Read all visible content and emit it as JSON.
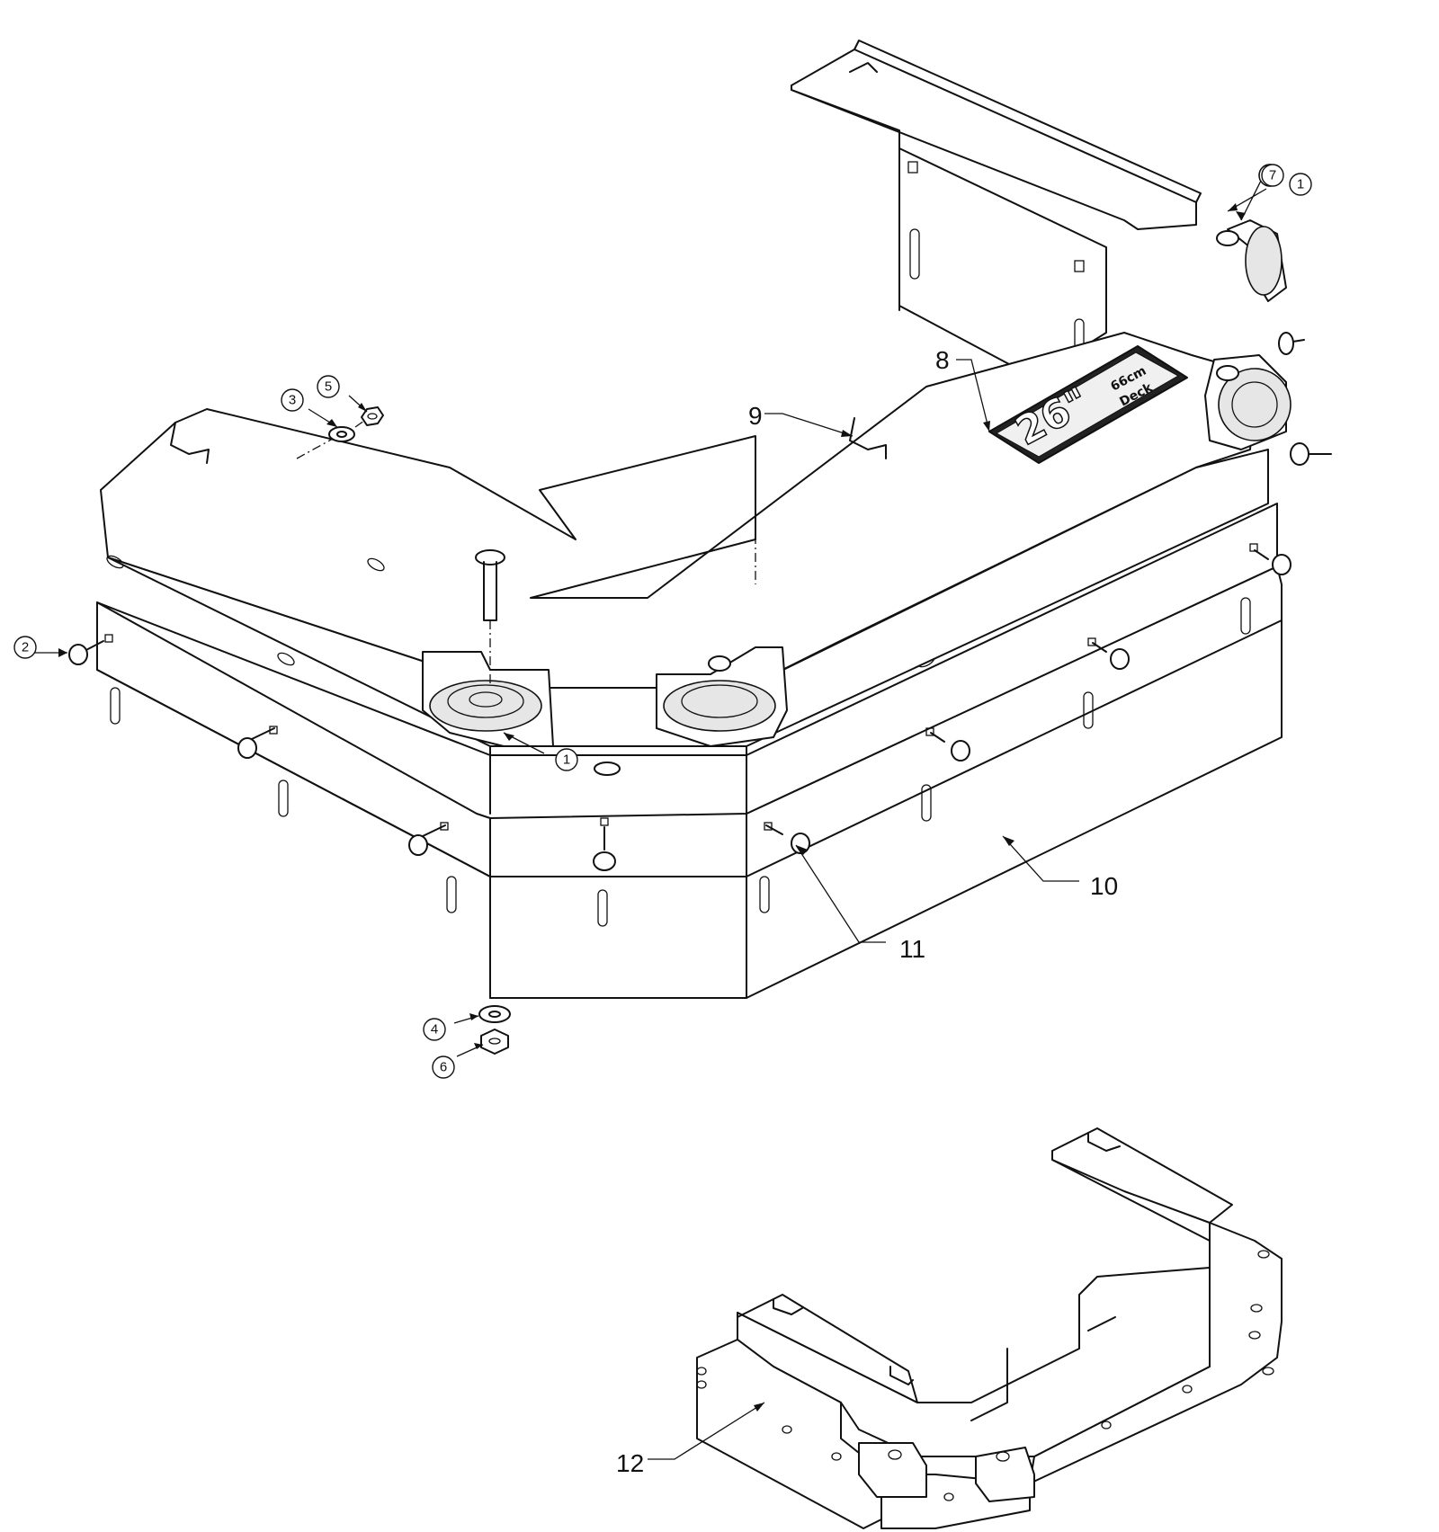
{
  "callouts": {
    "c1a": "1",
    "c1b": "1",
    "c2": "2",
    "c3": "3",
    "c4": "4",
    "c5": "5",
    "c6": "6",
    "c7": "7",
    "c8": "8",
    "c9": "9",
    "c10": "10",
    "c11": "11",
    "c12": "12"
  },
  "plate": {
    "size": "26\"",
    "metric_line1": "66cm",
    "metric_line2": "Deck"
  }
}
